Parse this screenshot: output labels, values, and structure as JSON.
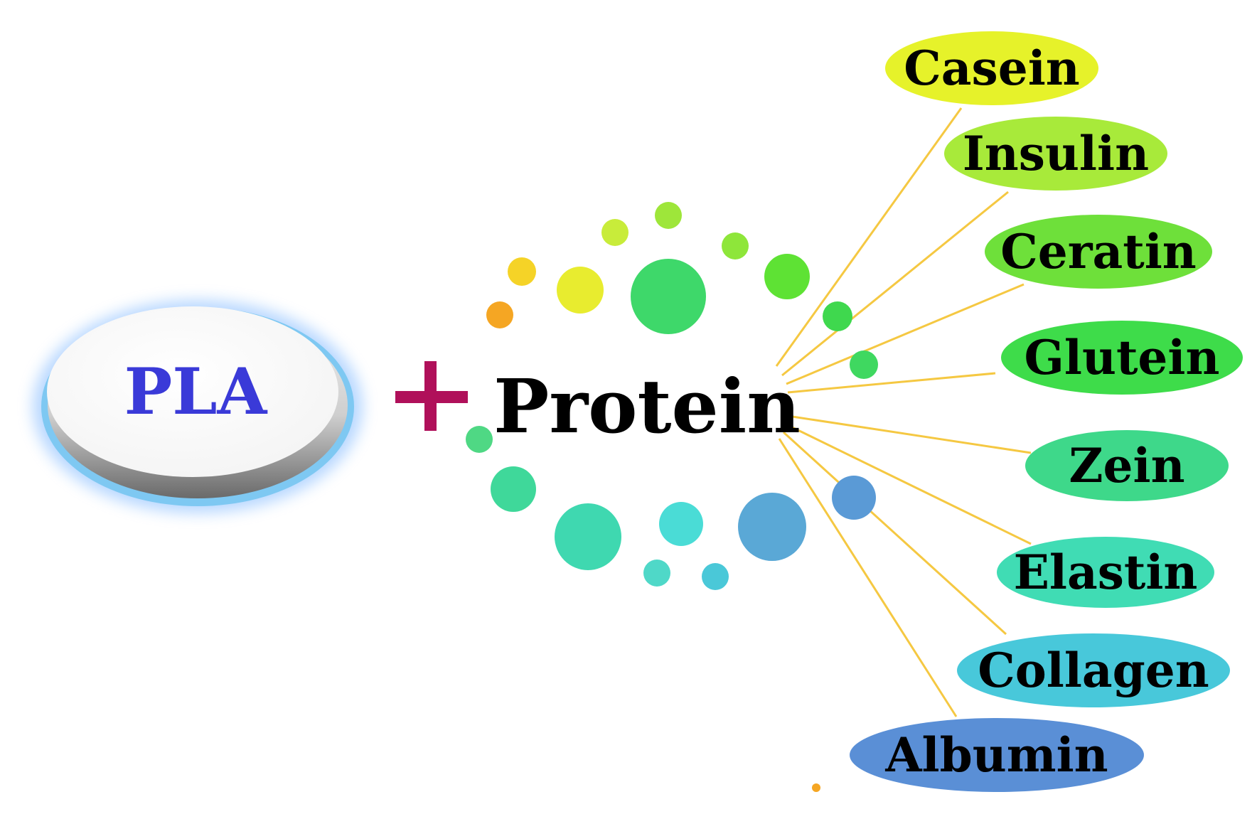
{
  "diagram": {
    "left_node": {
      "label": "PLA",
      "text_color": "#3a3ad8"
    },
    "operator": {
      "symbol": "+",
      "color": "#b0105a"
    },
    "center_node": {
      "label": "Protein"
    },
    "connector_color": "#f5c842",
    "proteins": [
      {
        "label": "Casein",
        "color": "#e6f22a"
      },
      {
        "label": "Insulin",
        "color": "#a8ea3a"
      },
      {
        "label": "Ceratin",
        "color": "#6ee03a"
      },
      {
        "label": "Glutein",
        "color": "#3edc4a"
      },
      {
        "label": "Zein",
        "color": "#3ed88a"
      },
      {
        "label": "Elastin",
        "color": "#40dcb4"
      },
      {
        "label": "Collagen",
        "color": "#48c8da"
      },
      {
        "label": "Albumin",
        "color": "#5a8fd6"
      }
    ],
    "decorative_dots": [
      {
        "color": "#f5a623"
      },
      {
        "color": "#f5d327"
      },
      {
        "color": "#e8ec2f"
      },
      {
        "color": "#c8ec3a"
      },
      {
        "color": "#9ee63a"
      },
      {
        "color": "#3ed86a"
      },
      {
        "color": "#8ee63a"
      },
      {
        "color": "#5ee234"
      },
      {
        "color": "#3fd84e"
      },
      {
        "color": "#3fd860"
      },
      {
        "color": "#4fd884"
      },
      {
        "color": "#3fd89a"
      },
      {
        "color": "#3fd8b0"
      },
      {
        "color": "#4adcd6"
      },
      {
        "color": "#4fd8c8"
      },
      {
        "color": "#4ac8d8"
      },
      {
        "color": "#5aa8d6"
      },
      {
        "color": "#5a9ad6"
      },
      {
        "color": "#f5a623"
      }
    ]
  }
}
